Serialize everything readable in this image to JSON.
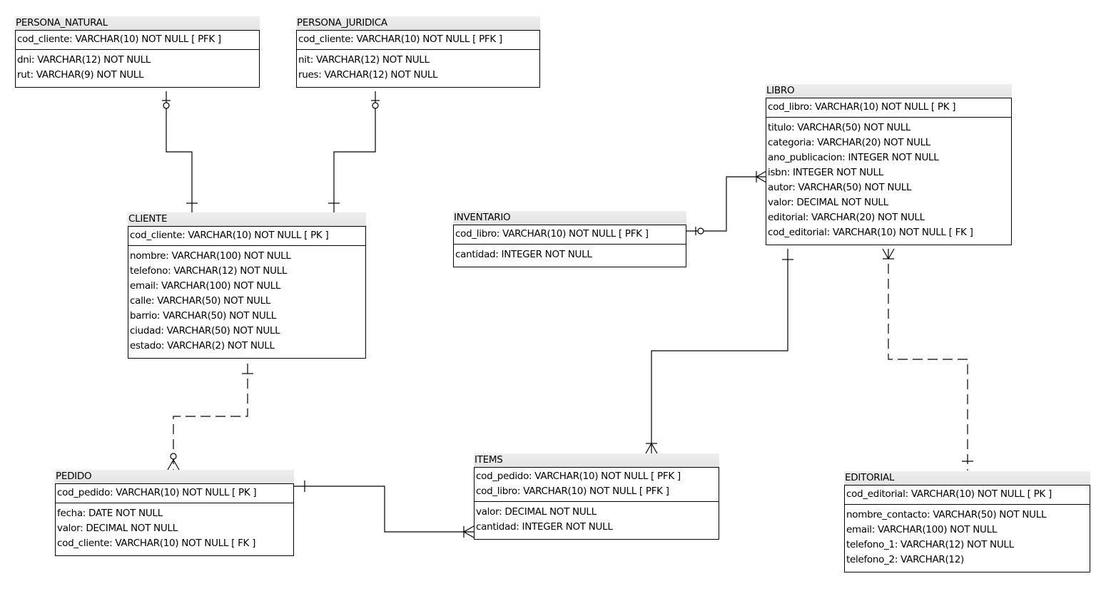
{
  "entities": {
    "persona_natural": {
      "name": "PERSONA_NATURAL",
      "keys": [
        "cod_cliente: VARCHAR(10)   NOT NULL  [ PFK ]"
      ],
      "attrs": [
        "dni: VARCHAR(12)   NOT NULL",
        "rut: VARCHAR(9)   NOT NULL"
      ]
    },
    "persona_juridica": {
      "name": "PERSONA_JURIDICA",
      "keys": [
        "cod_cliente: VARCHAR(10)   NOT NULL  [ PFK ]"
      ],
      "attrs": [
        "nit: VARCHAR(12)   NOT NULL",
        "rues: VARCHAR(12)   NOT NULL"
      ]
    },
    "libro": {
      "name": "LIBRO",
      "keys": [
        "cod_libro: VARCHAR(10)   NOT NULL  [ PK ]"
      ],
      "attrs": [
        "titulo: VARCHAR(50)   NOT NULL",
        "categoria: VARCHAR(20)   NOT NULL",
        "ano_publicacion: INTEGER   NOT NULL",
        "isbn: INTEGER   NOT NULL",
        "autor: VARCHAR(50)   NOT NULL",
        "valor: DECIMAL   NOT NULL",
        "editorial: VARCHAR(20)   NOT NULL",
        "cod_editorial: VARCHAR(10)   NOT NULL  [ FK ]"
      ]
    },
    "cliente": {
      "name": "CLIENTE",
      "keys": [
        "cod_cliente: VARCHAR(10)   NOT NULL  [ PK ]"
      ],
      "attrs": [
        "nombre: VARCHAR(100)   NOT NULL",
        "telefono: VARCHAR(12)   NOT NULL",
        "email: VARCHAR(100)   NOT NULL",
        "calle: VARCHAR(50)   NOT NULL",
        "barrio: VARCHAR(50)   NOT NULL",
        "ciudad: VARCHAR(50)   NOT NULL",
        "estado: VARCHAR(2)   NOT NULL"
      ]
    },
    "inventario": {
      "name": "INVENTARIO",
      "keys": [
        "cod_libro: VARCHAR(10)   NOT NULL  [ PFK ]"
      ],
      "attrs": [
        "cantidad: INTEGER   NOT NULL"
      ]
    },
    "items": {
      "name": "ITEMS",
      "keys": [
        "cod_pedido: VARCHAR(10)   NOT NULL  [ PFK ]",
        "cod_libro: VARCHAR(10)   NOT NULL  [ PFK ]"
      ],
      "attrs": [
        "valor: DECIMAL   NOT NULL",
        "cantidad: INTEGER   NOT NULL"
      ]
    },
    "pedido": {
      "name": "PEDIDO",
      "keys": [
        "cod_pedido: VARCHAR(10)   NOT NULL  [ PK ]"
      ],
      "attrs": [
        "fecha: DATE   NOT NULL",
        "valor: DECIMAL   NOT NULL",
        "cod_cliente: VARCHAR(10)   NOT NULL  [ FK ]"
      ]
    },
    "editorial": {
      "name": "EDITORIAL",
      "keys": [
        "cod_editorial: VARCHAR(10)   NOT NULL  [ PK ]"
      ],
      "attrs": [
        "nombre_contacto: VARCHAR(50)   NOT NULL",
        "email: VARCHAR(100)   NOT NULL",
        "telefono_1: VARCHAR(12)   NOT NULL",
        "telefono_2: VARCHAR(12)"
      ]
    }
  },
  "colors": {
    "line": "#000000",
    "header_bg": "#e8e8e8",
    "box_bg": "#ffffff"
  }
}
